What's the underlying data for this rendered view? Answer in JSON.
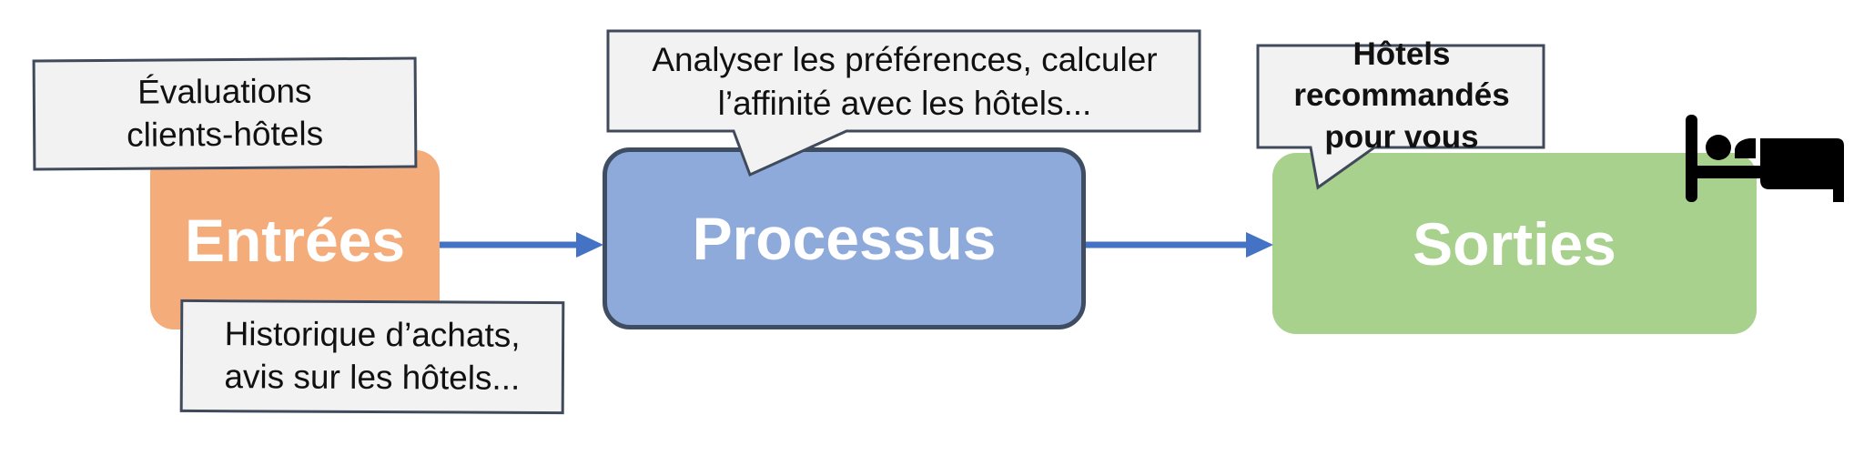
{
  "diagram": {
    "type": "input-process-output flow",
    "colors": {
      "background": "#ffffff",
      "inputs_fill": "#f4ac7b",
      "process_fill": "#8eaadb",
      "process_border": "#3f4d63",
      "outputs_fill": "#a9d18e",
      "note_fill": "#f2f2f2",
      "note_border": "#404a5a",
      "arrow": "#4472c4",
      "stage_label": "#ffffff",
      "icon": "#000000"
    },
    "stages": [
      {
        "id": "inputs",
        "label": "Entrées",
        "notes": [
          {
            "lines": [
              "Évaluations",
              "clients-hôtels"
            ]
          },
          {
            "lines": [
              "Historique d’achats,",
              "avis sur les hôtels..."
            ]
          }
        ]
      },
      {
        "id": "process",
        "label": "Processus",
        "callout": {
          "lines": [
            "Analyser les préférences, calculer",
            "l’affinité avec les hôtels..."
          ]
        }
      },
      {
        "id": "outputs",
        "label": "Sorties",
        "callout": {
          "lines": [
            "Hôtels recommandés",
            "pour vous"
          ]
        },
        "icon": "bed-icon"
      }
    ],
    "edges": [
      {
        "from": "inputs",
        "to": "process"
      },
      {
        "from": "process",
        "to": "outputs"
      }
    ]
  }
}
